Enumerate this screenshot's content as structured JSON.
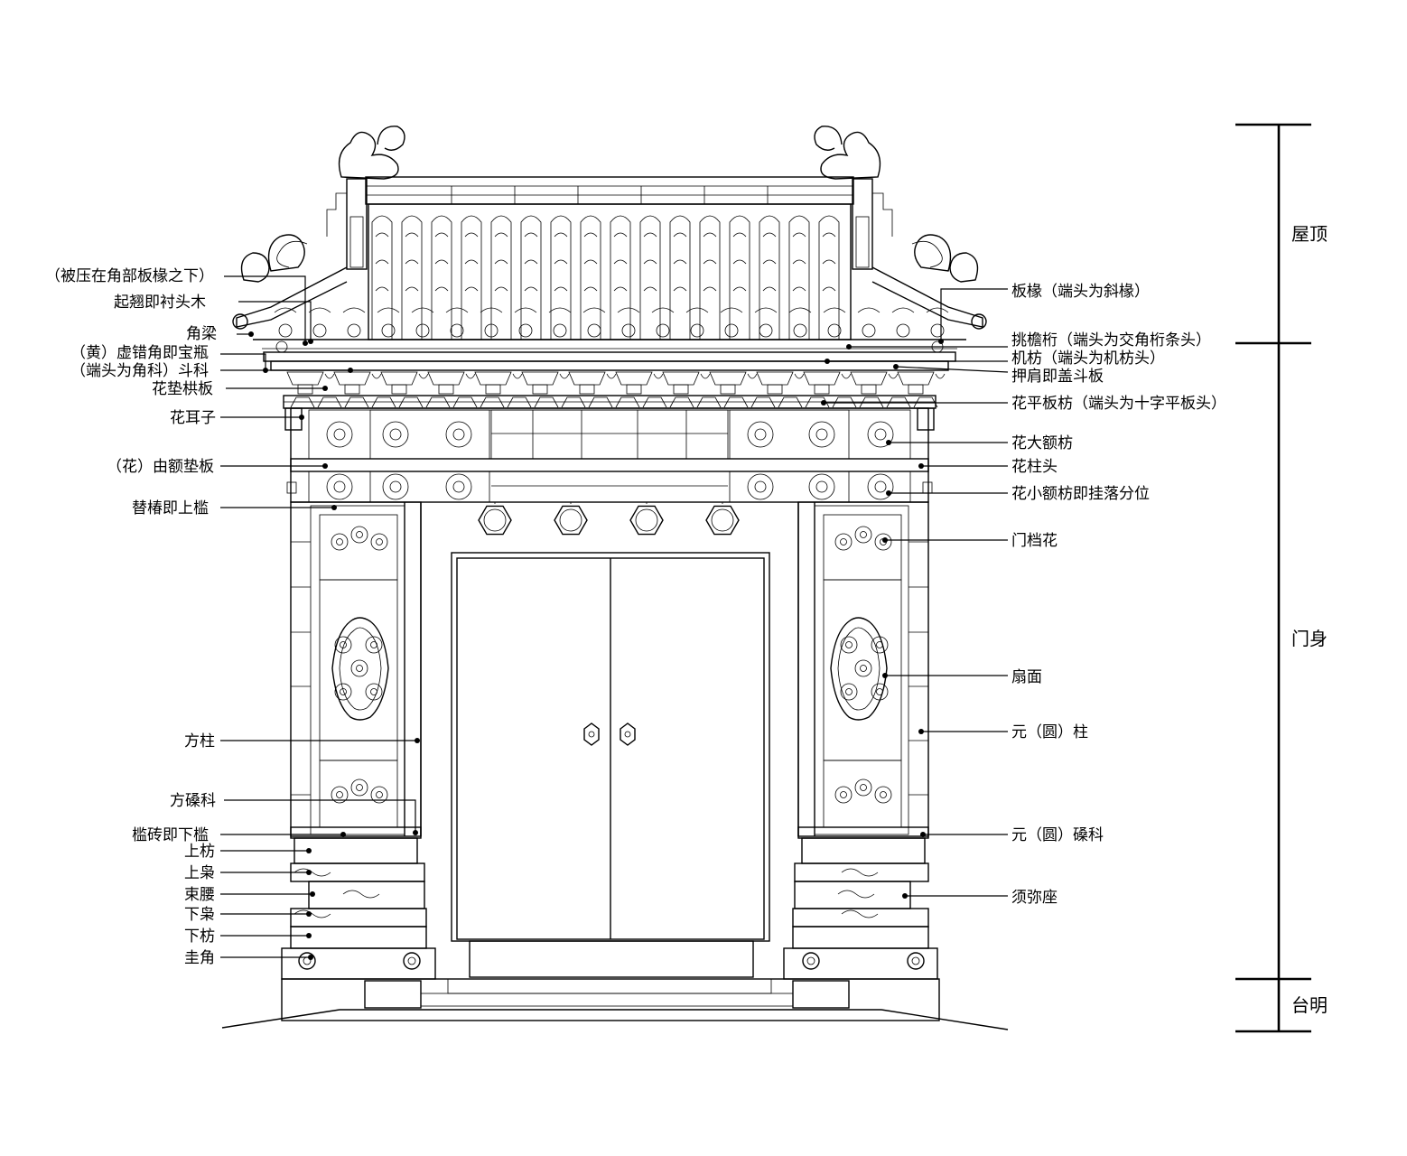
{
  "labels_left": [
    "（被压在角部板椽之下）",
    "起翘即衬头木",
    "角梁",
    "（黄）虚错角即宝瓶",
    "（端头为角科）斗科",
    "花垫栱板",
    "花耳子",
    "（花）由额垫板",
    "替椿即上槛",
    "方柱",
    "方磉科",
    "槛砖即下槛",
    "上枋",
    "上枭",
    "束腰",
    "下枭",
    "下枋",
    "圭角"
  ],
  "labels_right": [
    "板椽（端头为斜椽）",
    "挑檐桁（端头为交角桁条头）",
    "机枋（端头为机枋头）",
    "押肩即盖斗板",
    "花平板枋（端头为十字平板头）",
    "花大额枋",
    "花柱头",
    "花小额枋即挂落分位",
    "门档花",
    "扇面",
    "元（圆）柱",
    "元（圆）磉科",
    "须弥座"
  ],
  "sections": [
    "屋顶",
    "门身",
    "台明"
  ]
}
